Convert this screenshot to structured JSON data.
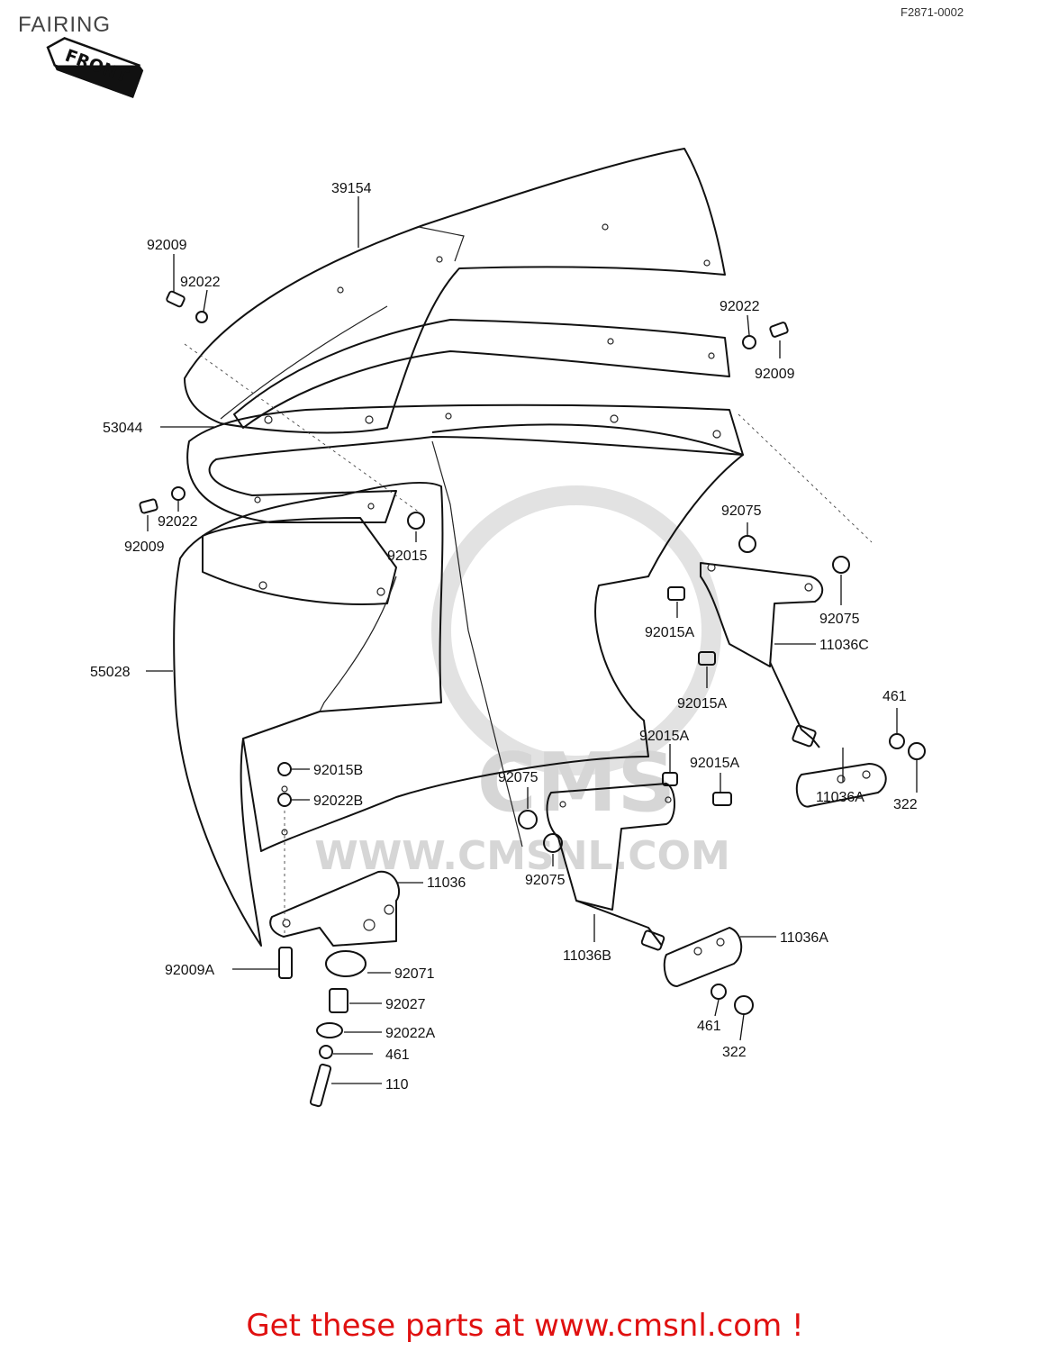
{
  "page": {
    "title": "FAIRING",
    "figure_code": "F2871-0002",
    "front_arrow_text": "FRONT",
    "footer": "Get these parts at www.cmsnl.com !",
    "watermark": "WWW.CMSNL.COM",
    "watermark_logo_text": "CMS"
  },
  "parts": [
    {
      "id": "p-39154",
      "label": "39154"
    },
    {
      "id": "p-92009-a",
      "label": "92009"
    },
    {
      "id": "p-92022-a",
      "label": "92022"
    },
    {
      "id": "p-92022-b",
      "label": "92022"
    },
    {
      "id": "p-92009-b",
      "label": "92009"
    },
    {
      "id": "p-53044",
      "label": "53044"
    },
    {
      "id": "p-92022-c",
      "label": "92022"
    },
    {
      "id": "p-92009-c",
      "label": "92009"
    },
    {
      "id": "p-92015",
      "label": "92015"
    },
    {
      "id": "p-92075-a",
      "label": "92075"
    },
    {
      "id": "p-92075-b",
      "label": "92075"
    },
    {
      "id": "p-92015A-a",
      "label": "92015A"
    },
    {
      "id": "p-11036C",
      "label": "11036C"
    },
    {
      "id": "p-55028",
      "label": "55028"
    },
    {
      "id": "p-92015A-b",
      "label": "92015A"
    },
    {
      "id": "p-461-a",
      "label": "461"
    },
    {
      "id": "p-92015A-c",
      "label": "92015A"
    },
    {
      "id": "p-92015A-d",
      "label": "92015A"
    },
    {
      "id": "p-11036A-a",
      "label": "11036A"
    },
    {
      "id": "p-322-a",
      "label": "322"
    },
    {
      "id": "p-92015B",
      "label": "92015B"
    },
    {
      "id": "p-92022B",
      "label": "92022B"
    },
    {
      "id": "p-92075-c",
      "label": "92075"
    },
    {
      "id": "p-92075-d",
      "label": "92075"
    },
    {
      "id": "p-11036",
      "label": "11036"
    },
    {
      "id": "p-11036A-b",
      "label": "11036A"
    },
    {
      "id": "p-11036B",
      "label": "11036B"
    },
    {
      "id": "p-92009A",
      "label": "92009A"
    },
    {
      "id": "p-92071",
      "label": "92071"
    },
    {
      "id": "p-92027",
      "label": "92027"
    },
    {
      "id": "p-92022A",
      "label": "92022A"
    },
    {
      "id": "p-461-b",
      "label": "461"
    },
    {
      "id": "p-322-b",
      "label": "322"
    },
    {
      "id": "p-461-c",
      "label": "461"
    },
    {
      "id": "p-110",
      "label": "110"
    }
  ]
}
